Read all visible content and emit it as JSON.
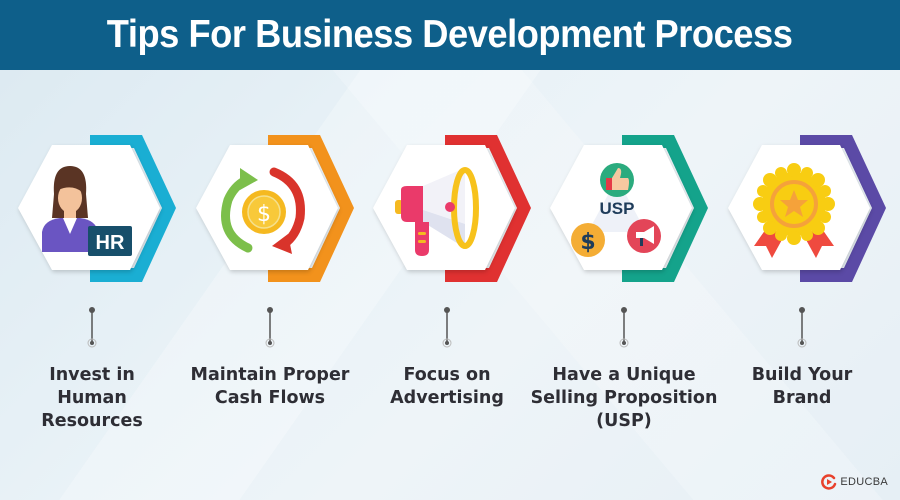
{
  "header": {
    "title": "Tips For Business Development Process",
    "background": "#0e5f8a"
  },
  "steps": [
    {
      "label": "Invest in\nHuman\nResources",
      "accent": "#1aaed3",
      "icon": "hr-person-icon",
      "icon_badge_text": "HR"
    },
    {
      "label": "Maintain Proper\nCash Flows",
      "accent": "#f2921c",
      "icon": "cash-flow-cycle-icon",
      "icon_symbol": "$"
    },
    {
      "label": "Focus on\nAdvertising",
      "accent": "#e03131",
      "icon": "megaphone-icon"
    },
    {
      "label": "Have a Unique\nSelling Proposition\n(USP)",
      "accent": "#14a38b",
      "icon": "usp-icon",
      "icon_text": "USP",
      "icon_symbol": "$"
    },
    {
      "label": "Build Your\nBrand",
      "accent": "#5b4aa6",
      "icon": "award-badge-icon"
    }
  ],
  "logo": {
    "text": "EDUCBA",
    "accent": "#e8412c"
  }
}
